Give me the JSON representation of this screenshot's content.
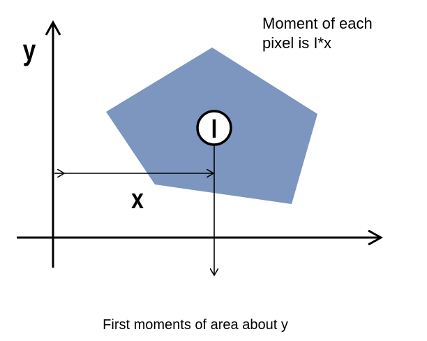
{
  "labels": {
    "y_axis": "y",
    "x_distance": "x",
    "pixel": "I"
  },
  "note": {
    "line1": "Moment of each",
    "line2": "pixel is I*x"
  },
  "caption": "First moments of area about y",
  "colors": {
    "shape_fill": "#7c96c0",
    "ink": "#000000",
    "background": "#ffffff"
  }
}
